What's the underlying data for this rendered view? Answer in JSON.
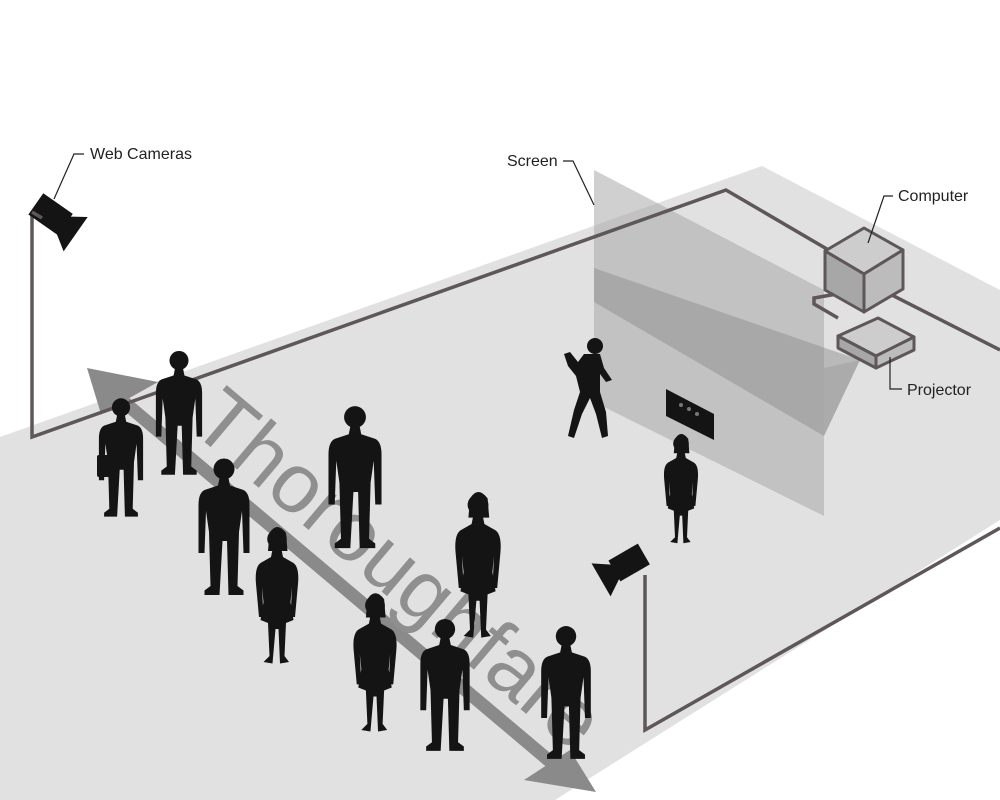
{
  "labels": {
    "web_cameras": "Web Cameras",
    "screen": "Screen",
    "computer": "Computer",
    "projector": "Projector",
    "thoroughfare": "Thoroughfare"
  },
  "colors": {
    "floor": "#e1e1e1",
    "cable": "#5e5659",
    "walkway": "#8a8a8a",
    "silhouette": "#141414",
    "device_fill": "#bcbcbc",
    "screen": "#a9a9a9"
  },
  "icons": [
    "web-camera-icon",
    "computer-icon",
    "projector-icon",
    "sensor-bar-icon",
    "person-icon"
  ]
}
